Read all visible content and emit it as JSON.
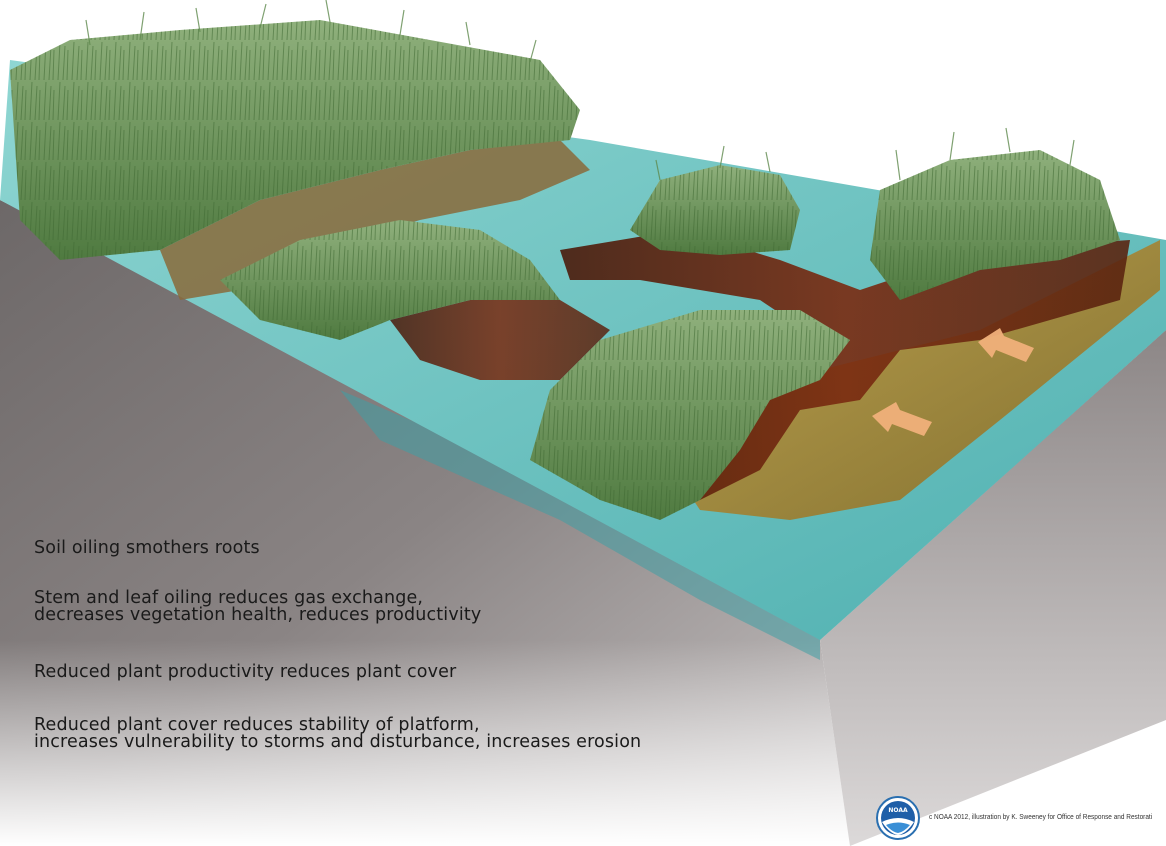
{
  "captions": [
    {
      "lines": [
        "Soil oiling smothers roots"
      ]
    },
    {
      "lines": [
        "Stem and leaf oiling reduces gas exchange,",
        "decreases vegetation health, reduces productivity"
      ]
    },
    {
      "lines": [
        "Reduced plant productivity reduces plant cover"
      ]
    },
    {
      "lines": [
        "Reduced plant cover reduces stability of platform,",
        "increases vulnerability to storms and disturbance, increases erosion"
      ]
    }
  ],
  "credit": "c NOAA 2012, illustration by K. Sweeney for Office of Response and Restorati",
  "logo": {
    "text": "NOAA",
    "icon": "noaa-logo-icon"
  },
  "colors": {
    "soil_front": "#7d7777",
    "soil_side": "#9a9494",
    "water": "#6fc6c3",
    "marsh_grass": "#6f9a5c",
    "oil_dark": "#5a2410",
    "oil_light": "#b27a1c",
    "arrow": "#f0b07a"
  }
}
